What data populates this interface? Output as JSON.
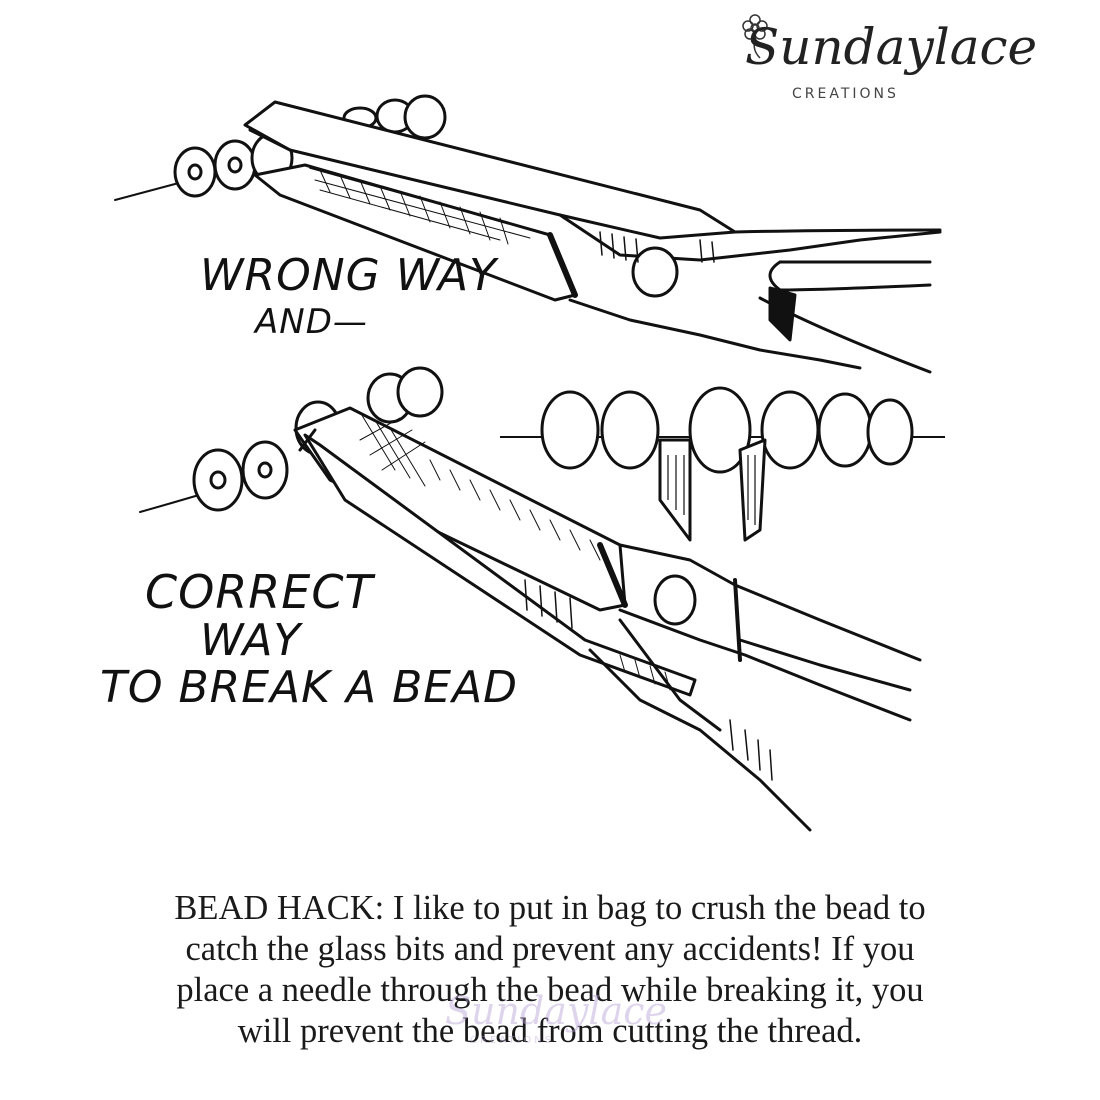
{
  "brand": {
    "name": "Sundaylace",
    "subtitle": "CREATIONS",
    "icon": "flower-icon"
  },
  "illustration": {
    "wrong_label_line1": "WRONG WAY",
    "wrong_label_line2": "AND—",
    "correct_label_line1": "CORRECT",
    "correct_label_line2": "WAY",
    "correct_label_line3": "TO BREAK A BEAD"
  },
  "caption": {
    "line1": "BEAD HACK: I like to put in bag to crush the bead to",
    "line2": "catch the glass bits and prevent any accidents! If you",
    "line3": "place a needle through the bead while breaking it, you",
    "line4": "will prevent the bead from cutting the thread."
  },
  "watermark": {
    "name": "Sundaylace",
    "subtitle": "CREATIONS"
  },
  "colors": {
    "ink": "#111111",
    "background": "#ffffff",
    "watermark": "#b8a2d6"
  }
}
